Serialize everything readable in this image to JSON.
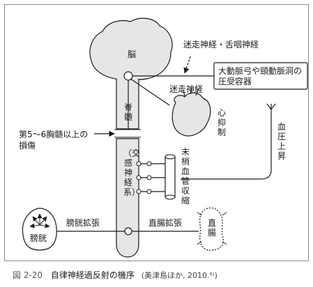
{
  "labels": {
    "brain": "脳",
    "vagus_glossopharyngeal": "迷走神経・舌咽神経",
    "baroreceptor": "大動脈弓や頸動脈洞の圧受容器",
    "vagus": "迷走神経",
    "spinal_cord": "脊髄",
    "cardiac_inhibition": "心抑制",
    "bp_rise": "血圧上昇",
    "injury_level": "第5〜6胸髄以上の損傷",
    "sympathetic": "（交感神経系）",
    "vasoconstriction": "末梢血管収縮",
    "bladder_distension": "膀胱拡張",
    "rectal_distension": "直腸拡張",
    "bladder": "膀胱",
    "rectum": "直腸"
  },
  "caption": {
    "figure_number": "図 2-20",
    "title": "自律神経過反射の機序",
    "source": "(美津島ほか, 2010.⁶⁾)"
  },
  "colors": {
    "line": "#1a1a1a",
    "organ_fill": "#e6e6e6",
    "frame": "#8a8a8a"
  }
}
